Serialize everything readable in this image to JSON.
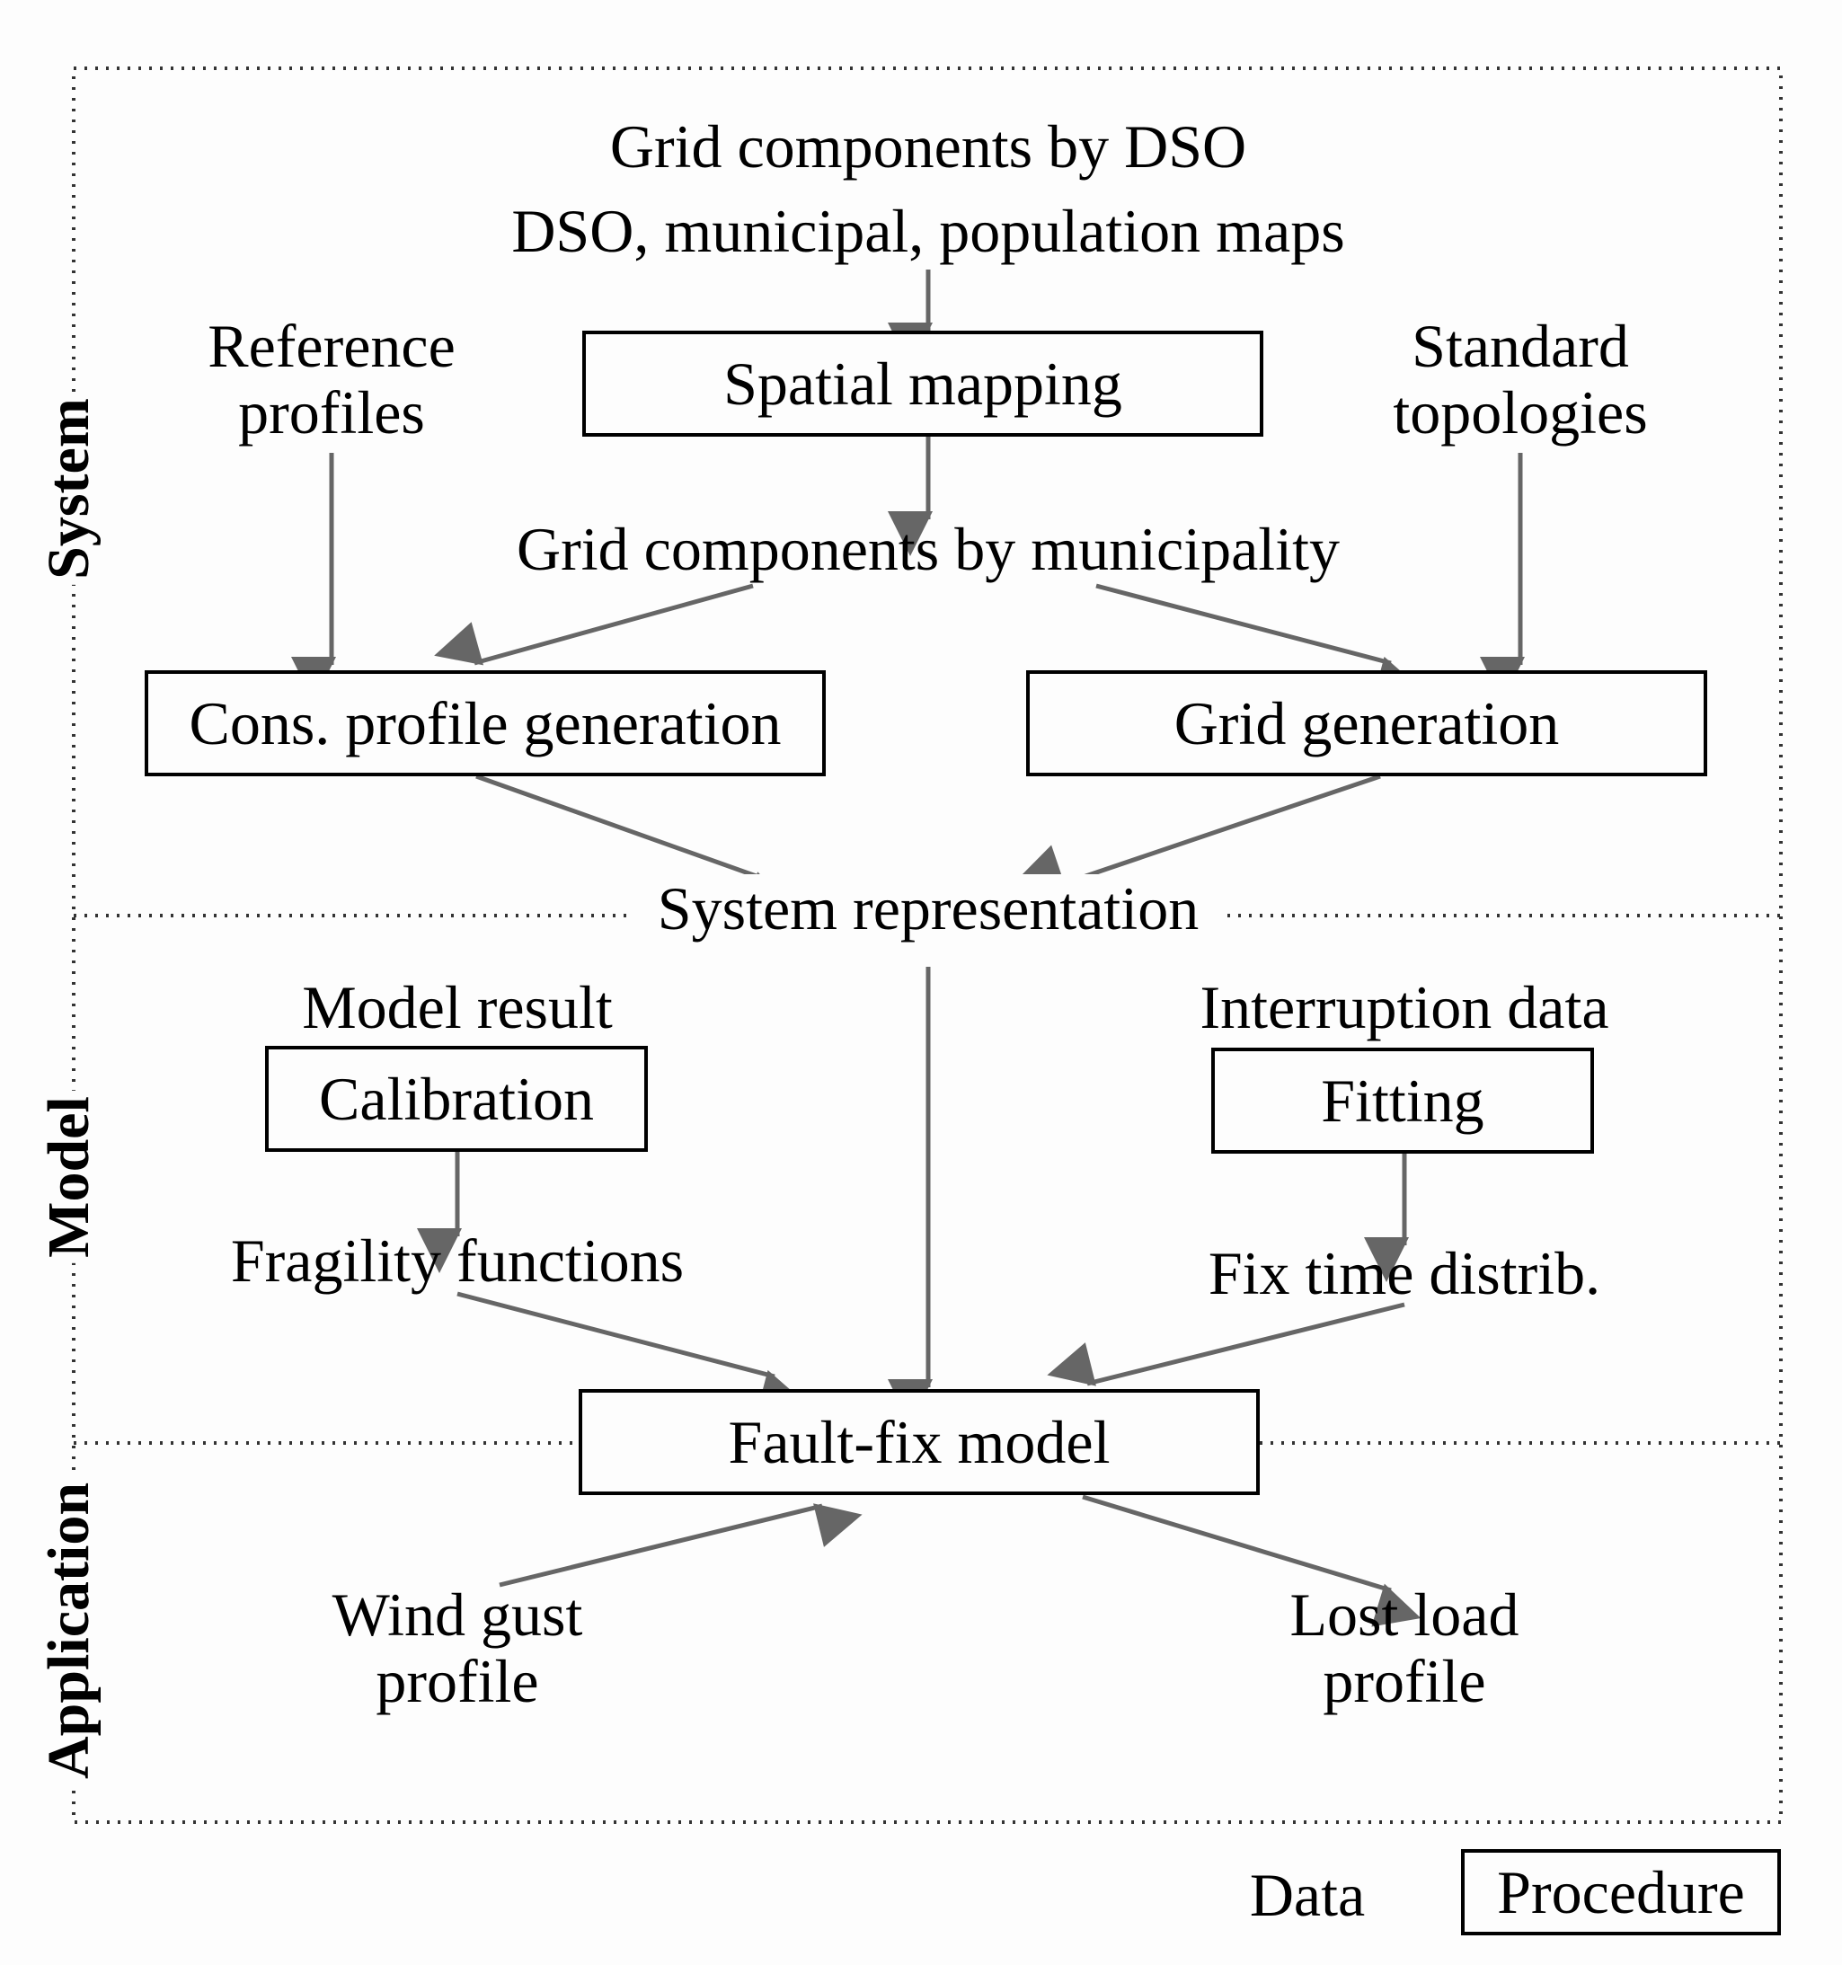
{
  "sections": {
    "system": "System",
    "model": "Model",
    "application": "Application"
  },
  "data_labels": {
    "grid_components_dso": "Grid components by DSO",
    "maps": "DSO, municipal, population maps",
    "reference_profiles_1": "Reference",
    "reference_profiles_2": "profiles",
    "standard_topologies_1": "Standard",
    "standard_topologies_2": "topologies",
    "grid_components_municipality": "Grid components by municipality",
    "system_representation": "System representation",
    "model_result": "Model result",
    "interruption_data": "Interruption data",
    "fragility_functions": "Fragility functions",
    "fix_time_distrib": "Fix time distrib.",
    "wind_gust_1": "Wind gust",
    "wind_gust_2": "profile",
    "lost_load_1": "Lost load",
    "lost_load_2": "profile"
  },
  "procedures": {
    "spatial_mapping": "Spatial mapping",
    "cons_profile_generation": "Cons. profile generation",
    "grid_generation": "Grid generation",
    "calibration": "Calibration",
    "fitting": "Fitting",
    "fault_fix_model": "Fault-fix model"
  },
  "legend": {
    "data": "Data",
    "procedure": "Procedure"
  },
  "colors": {
    "arrow": "#666666",
    "border": "#000000",
    "dotted": "#333333"
  }
}
